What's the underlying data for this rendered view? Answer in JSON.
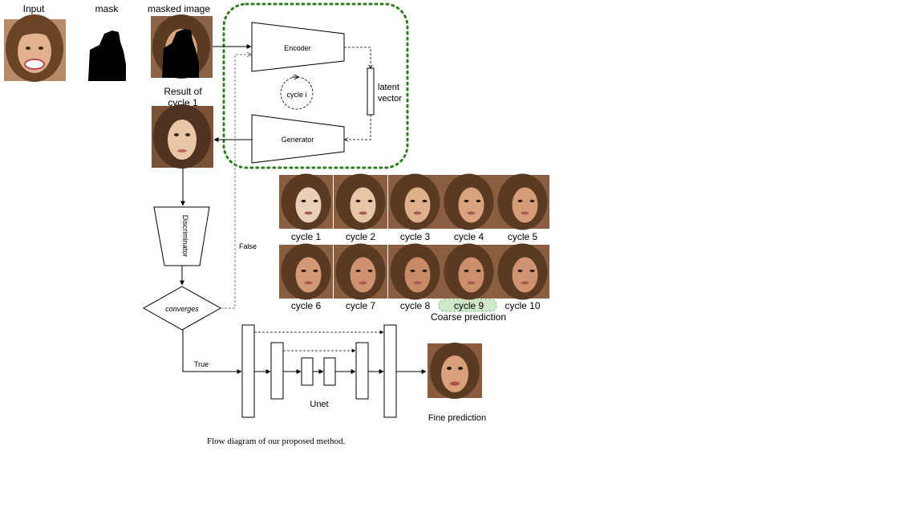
{
  "inputs": {
    "input_label": "Input",
    "mask_label": "mask",
    "masked_label": "masked image"
  },
  "result": {
    "line1": "Result of",
    "line2": "cycle 1"
  },
  "network": {
    "encoder": "Encoder",
    "generator": "Generator",
    "latent_line1": "latent",
    "latent_line2": "vector",
    "cycle_loop": "cycle i"
  },
  "discriminator": "Discriminator",
  "converges": "converges",
  "false_label": "False",
  "true_label": "True",
  "cycles": [
    "cycle 1",
    "cycle 2",
    "cycle 3",
    "cycle 4",
    "cycle 5",
    "cycle 6",
    "cycle 7",
    "cycle 8",
    "cycle 9",
    "cycle 10"
  ],
  "highlighted_cycle": "cycle 9",
  "coarse_prediction": "Coarse prediction",
  "unet": "Unet",
  "fine_prediction": "Fine prediction",
  "caption": "Flow diagram of our proposed method.",
  "colors": {
    "loop_border": "#2e7d1e",
    "highlight_fill": "#cfe8c9",
    "highlight_border": "#7cc07a",
    "hair": "#5a3a22",
    "skin": "#e7b48f"
  }
}
